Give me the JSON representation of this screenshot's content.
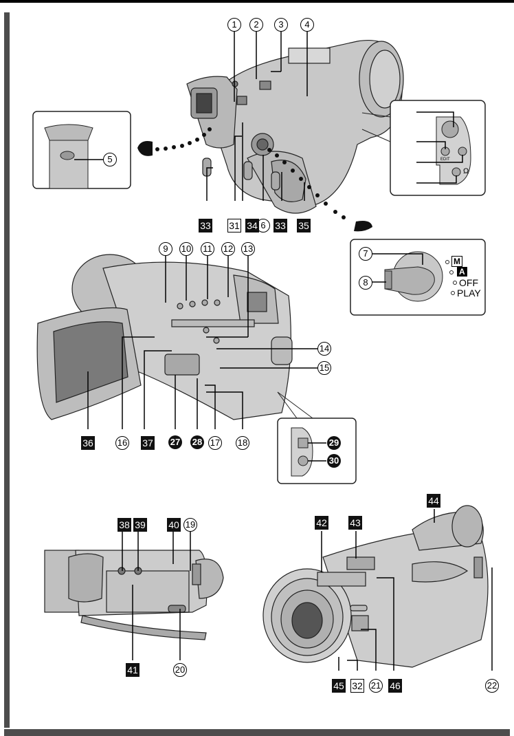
{
  "page": {
    "title": "Camcorder parts and controls diagram",
    "colors": {
      "bar": "#4d4d4d",
      "body_gray": "#c8c8c8",
      "dark_gray": "#7a7a7a",
      "lens_dark": "#555555"
    }
  },
  "callouts_circled": [
    {
      "id": "1",
      "text": "1"
    },
    {
      "id": "2",
      "text": "2"
    },
    {
      "id": "3",
      "text": "3"
    },
    {
      "id": "4",
      "text": "4"
    },
    {
      "id": "5",
      "text": "5"
    },
    {
      "id": "6",
      "text": "6"
    },
    {
      "id": "7",
      "text": "7"
    },
    {
      "id": "8",
      "text": "8"
    },
    {
      "id": "9",
      "text": "9"
    },
    {
      "id": "10",
      "text": "10"
    },
    {
      "id": "11",
      "text": "11"
    },
    {
      "id": "12",
      "text": "12"
    },
    {
      "id": "13",
      "text": "13"
    },
    {
      "id": "14",
      "text": "14"
    },
    {
      "id": "15",
      "text": "15"
    },
    {
      "id": "16",
      "text": "16"
    },
    {
      "id": "17",
      "text": "17"
    },
    {
      "id": "18",
      "text": "18"
    },
    {
      "id": "19",
      "text": "19"
    },
    {
      "id": "20",
      "text": "20"
    },
    {
      "id": "21",
      "text": "21"
    },
    {
      "id": "22",
      "text": "22"
    }
  ],
  "callouts_filled_circle": [
    {
      "id": "27",
      "text": "27"
    },
    {
      "id": "28",
      "text": "28"
    },
    {
      "id": "29",
      "text": "29"
    },
    {
      "id": "30",
      "text": "30"
    }
  ],
  "callouts_open_square": [
    {
      "id": "31",
      "text": "31"
    },
    {
      "id": "32",
      "text": "32"
    }
  ],
  "callouts_filled_square": [
    {
      "id": "33a",
      "text": "33"
    },
    {
      "id": "33b",
      "text": "33"
    },
    {
      "id": "34",
      "text": "34"
    },
    {
      "id": "35",
      "text": "35"
    },
    {
      "id": "36",
      "text": "36"
    },
    {
      "id": "37",
      "text": "37"
    },
    {
      "id": "38",
      "text": "38"
    },
    {
      "id": "39",
      "text": "39"
    },
    {
      "id": "40",
      "text": "40"
    },
    {
      "id": "41",
      "text": "41"
    },
    {
      "id": "42",
      "text": "42"
    },
    {
      "id": "43",
      "text": "43"
    },
    {
      "id": "44",
      "text": "44"
    },
    {
      "id": "45",
      "text": "45"
    },
    {
      "id": "46",
      "text": "46"
    }
  ],
  "power_switch": {
    "modes": [
      "M",
      "A",
      "OFF",
      "PLAY"
    ]
  },
  "jack_panel": {
    "edit_label": "EDIT",
    "headphone_symbol": "Ω"
  }
}
